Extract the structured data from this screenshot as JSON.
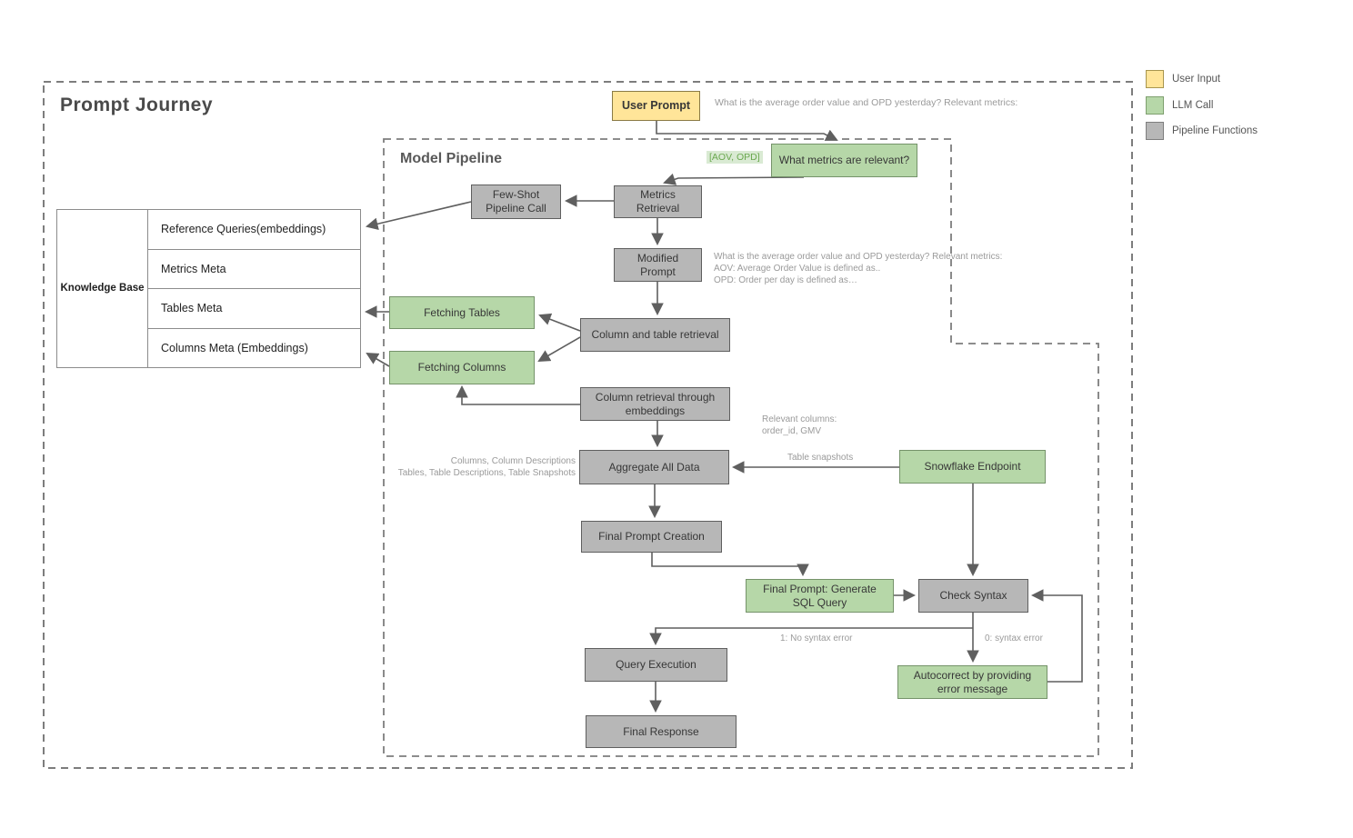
{
  "titles": {
    "outer": "Prompt Journey",
    "inner": "Model Pipeline"
  },
  "legend": {
    "items": [
      {
        "label": "User Input",
        "color": "#ffe599"
      },
      {
        "label": "LLM Call",
        "color": "#b6d7a8"
      },
      {
        "label": "Pipeline Functions",
        "color": "#b7b7b7"
      }
    ]
  },
  "knowledge_base": {
    "title": "Knowledge Base",
    "rows": [
      {
        "label": "Reference Queries(embeddings)"
      },
      {
        "label": "Metrics Meta"
      },
      {
        "label": "Tables Meta"
      },
      {
        "label": "Columns Meta (Embeddings)"
      }
    ]
  },
  "nodes": {
    "user_prompt": {
      "label": "User Prompt",
      "type": "user-input"
    },
    "what_metrics": {
      "label": "What metrics are relevant?",
      "type": "llm-call"
    },
    "few_shot": {
      "label": "Few-Shot Pipeline Call",
      "type": "pipeline-function"
    },
    "metrics_retrieval": {
      "label": "Metrics Retrieval",
      "type": "pipeline-function"
    },
    "modified_prompt": {
      "label": "Modified Prompt",
      "type": "pipeline-function"
    },
    "fetching_tables": {
      "label": "Fetching Tables",
      "type": "llm-call"
    },
    "column_table_retrieval": {
      "label": "Column and table retrieval",
      "type": "pipeline-function"
    },
    "fetching_columns": {
      "label": "Fetching Columns",
      "type": "llm-call"
    },
    "column_retrieval_embeddings": {
      "label": "Column retrieval through embeddings",
      "type": "pipeline-function"
    },
    "aggregate_all_data": {
      "label": "Aggregate All Data",
      "type": "pipeline-function"
    },
    "snowflake_endpoint": {
      "label": "Snowflake Endpoint",
      "type": "llm-call"
    },
    "final_prompt_creation": {
      "label": "Final Prompt Creation",
      "type": "pipeline-function"
    },
    "final_prompt_sql": {
      "label": "Final Prompt: Generate SQL Query",
      "type": "llm-call"
    },
    "check_syntax": {
      "label": "Check Syntax",
      "type": "pipeline-function"
    },
    "query_execution": {
      "label": "Query Execution",
      "type": "pipeline-function"
    },
    "final_response": {
      "label": "Final Response",
      "type": "pipeline-function"
    },
    "autocorrect": {
      "label": "Autocorrect by providing error message",
      "type": "llm-call"
    }
  },
  "annotations": {
    "user_prompt_text": "What is the average order value and OPD yesterday? Relevant metrics:",
    "aov_opd": "[AOV, OPD]",
    "modified_prompt_line1": "What is the average order value and OPD yesterday? Relevant metrics:",
    "modified_prompt_line2": "AOV: Average Order Value is defined as..",
    "modified_prompt_line3": "OPD: Order per day is defined as…",
    "relevant_columns_line1": "Relevant columns:",
    "relevant_columns_line2": "order_id, GMV",
    "aggregate_left_line1": "Columns, Column Descriptions",
    "aggregate_left_line2": "Tables, Table Descriptions, Table Snapshots",
    "table_snapshots": "Table snapshots",
    "no_syntax_error": "1: No syntax error",
    "syntax_error": "0: syntax error"
  },
  "colors": {
    "user_input_fill": "#ffe599",
    "llm_call_fill": "#b6d7a8",
    "pipeline_fill": "#b7b7b7",
    "aov_opd_bg": "#d9ead3",
    "aov_opd_text": "#6aa84f",
    "line": "#5f5f5f",
    "dashed_border": "#7d7d7d"
  }
}
